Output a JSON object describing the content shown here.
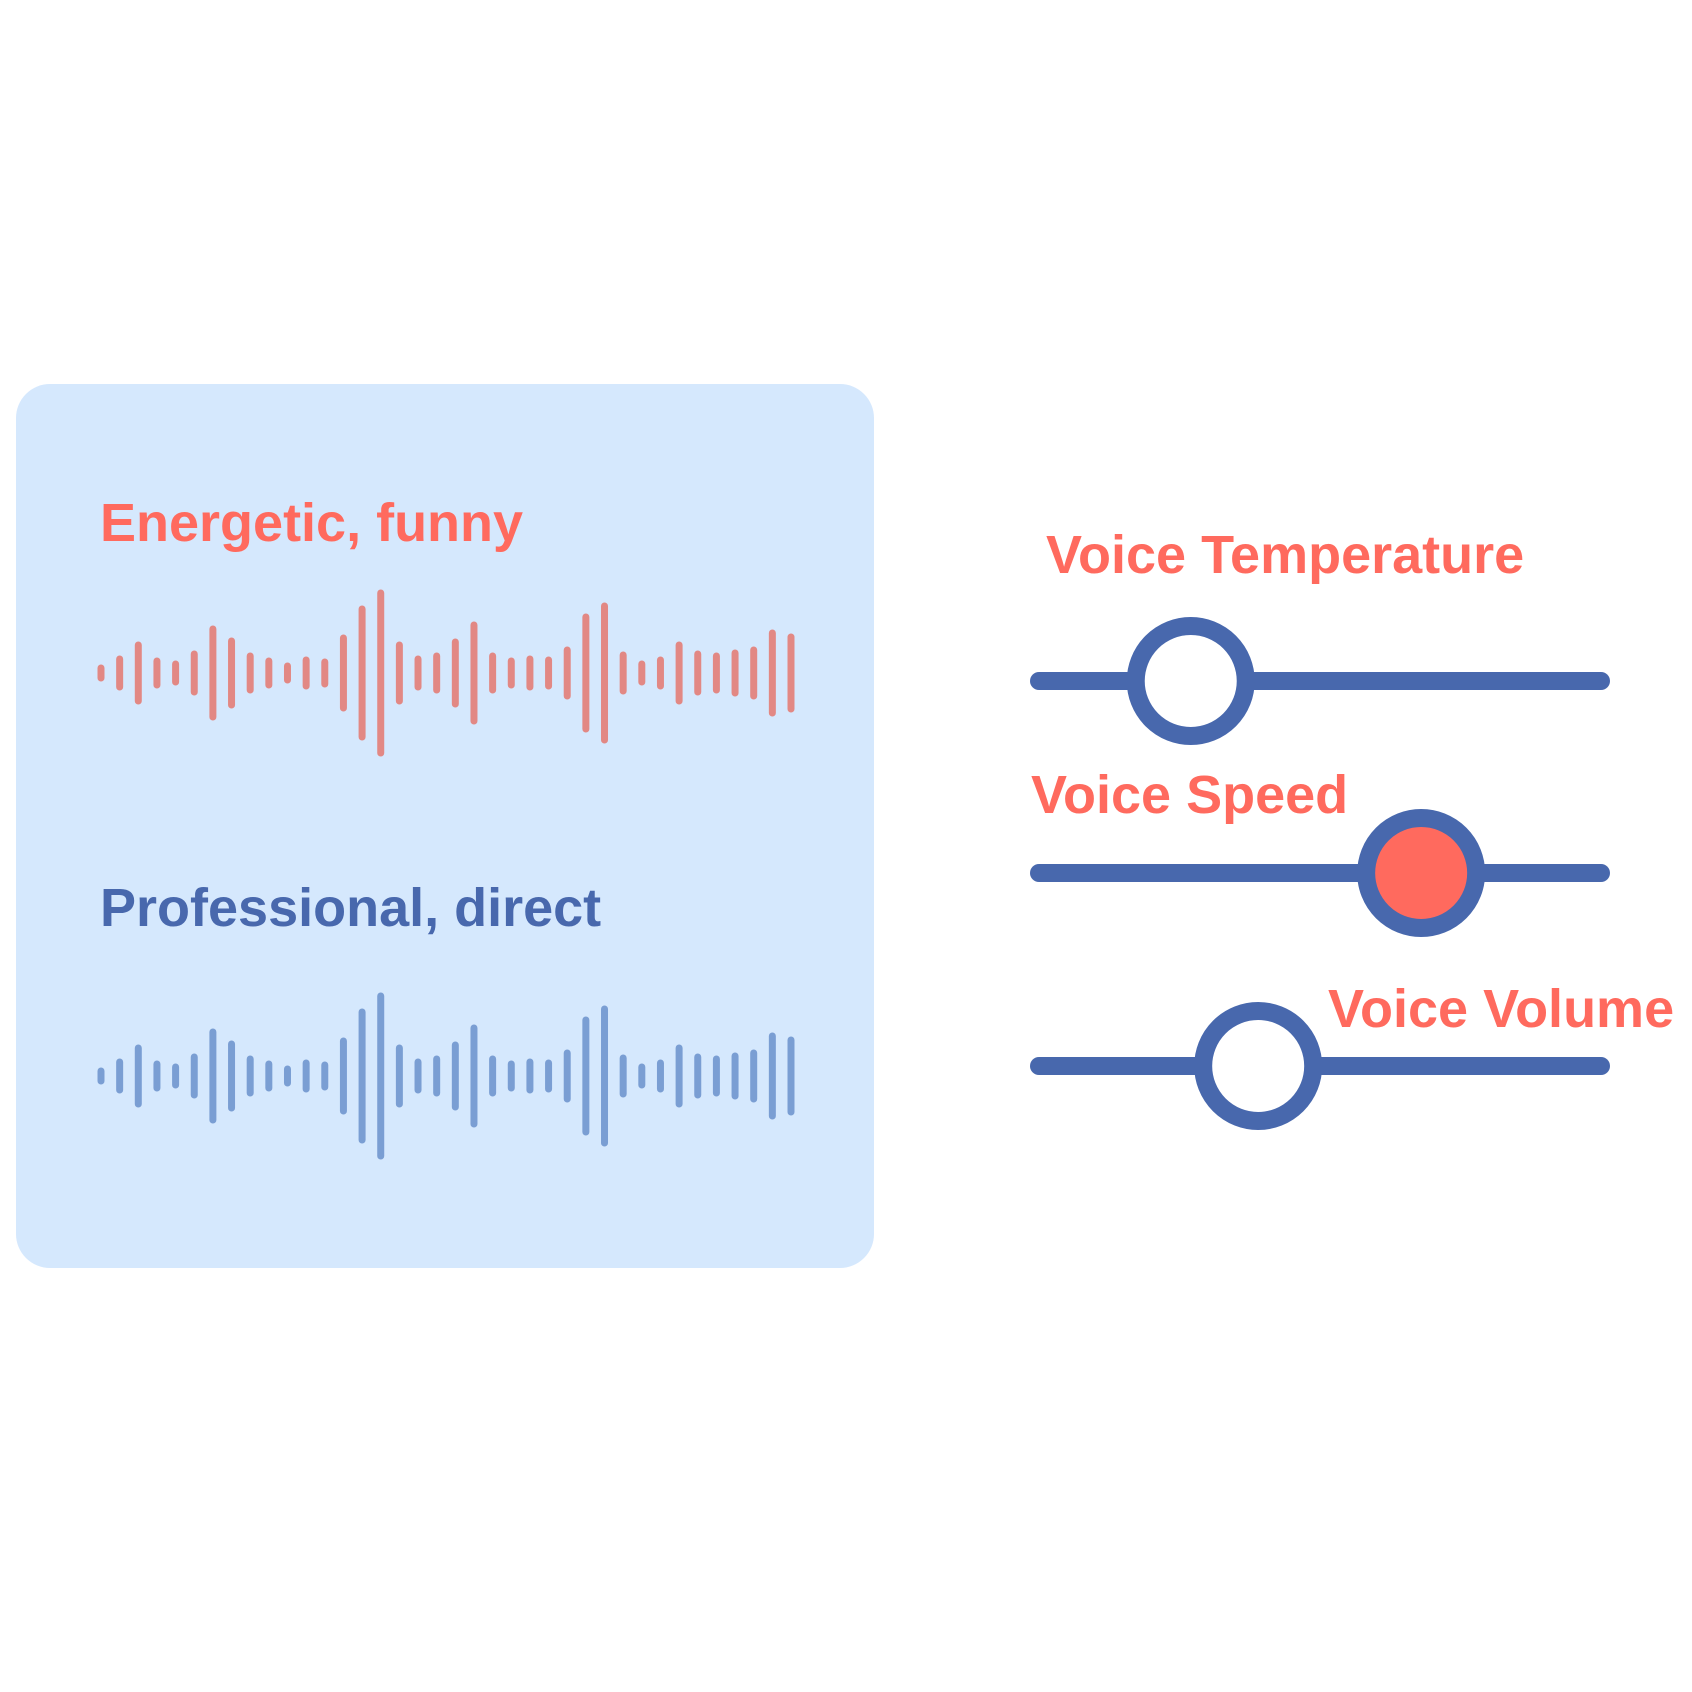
{
  "colors": {
    "coral": "#ff6a5e",
    "navy": "#4868ad",
    "wave_coral": "#e28884",
    "wave_blue": "#7a9ed3",
    "card_bg": "#d5e8fd",
    "knob_fill": "#ffffff"
  },
  "voices": [
    {
      "label": "Energetic, funny"
    },
    {
      "label": "Professional, direct"
    }
  ],
  "sliders": [
    {
      "label": "Voice Temperature",
      "value": 0.27,
      "active": false
    },
    {
      "label": "Voice Speed",
      "value": 0.68,
      "active": true
    },
    {
      "label": "Voice Volume",
      "value": 0.39,
      "active": false
    }
  ]
}
